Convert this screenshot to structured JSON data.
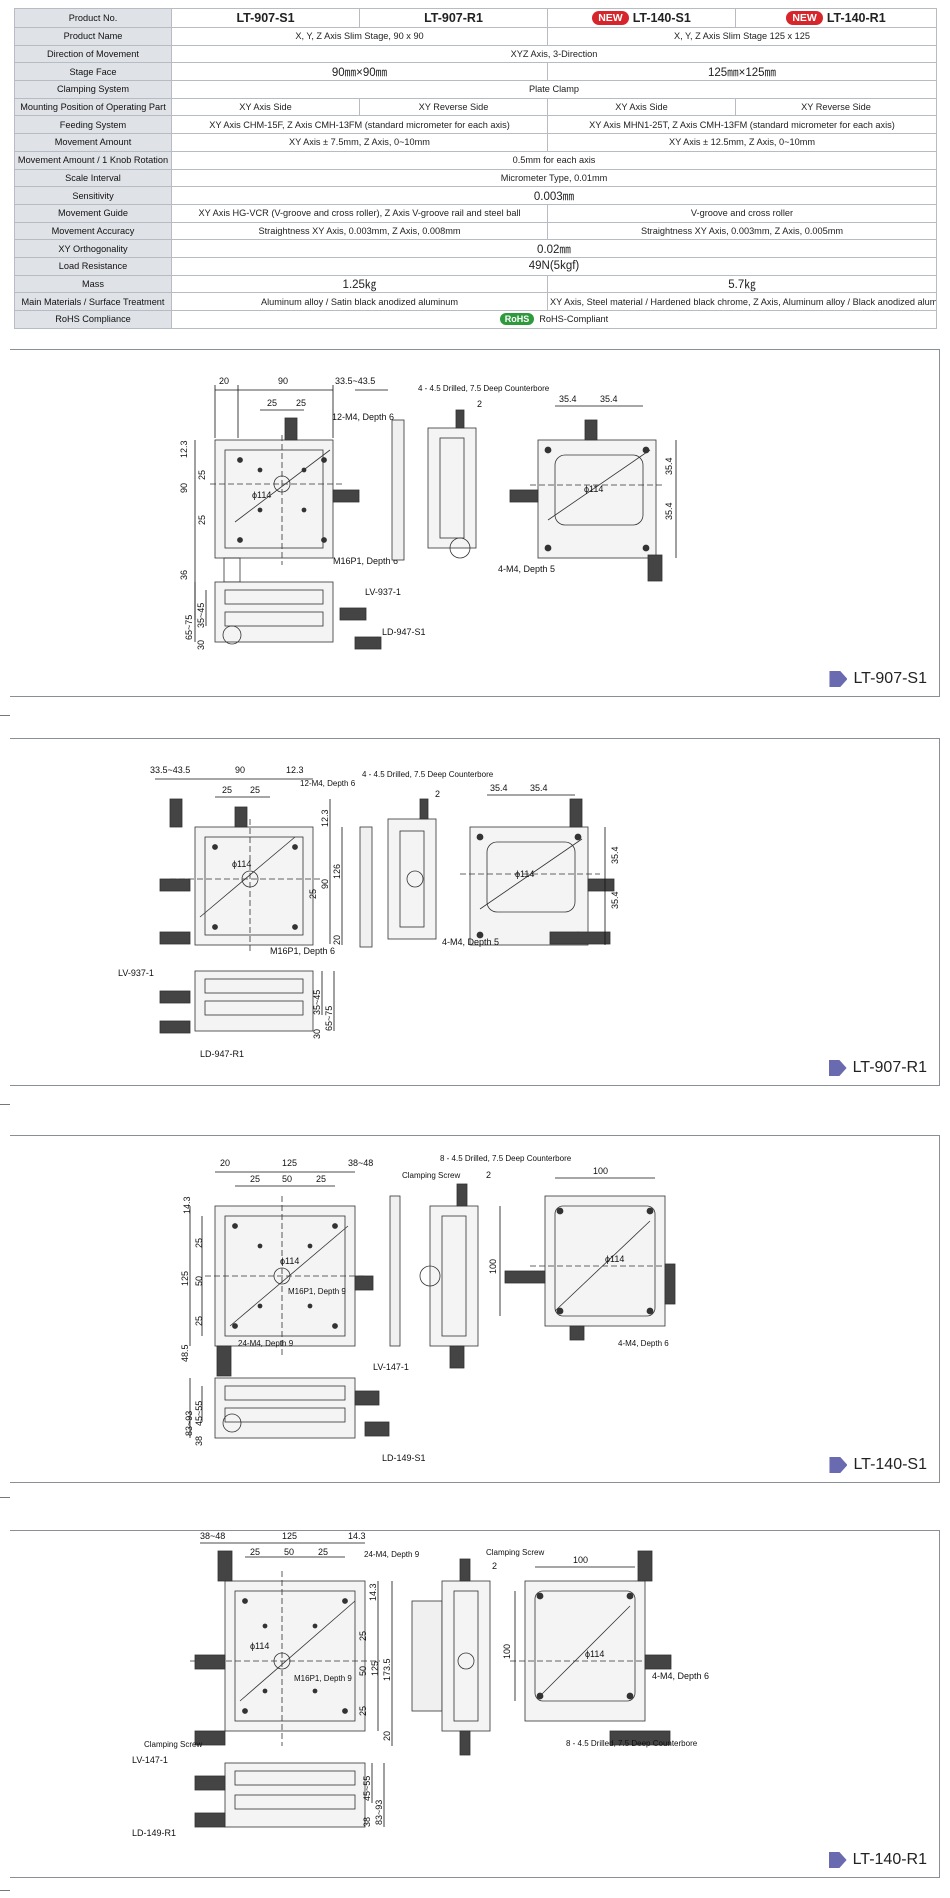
{
  "spec_table": {
    "header": {
      "label": "Product No.",
      "products": [
        "LT-907-S1",
        "LT-907-R1",
        "LT-140-S1",
        "LT-140-R1"
      ],
      "new_badge": "NEW"
    },
    "rows": {
      "product_name": {
        "label": "Product Name",
        "a": "X, Y, Z Axis Slim Stage, 90 x 90",
        "b": "X, Y, Z Axis Slim Stage 125 x 125"
      },
      "direction": {
        "label": "Direction of Movement",
        "all": "XYZ Axis, 3-Direction"
      },
      "stage_face": {
        "label": "Stage Face",
        "a": "90㎜×90㎜",
        "b": "125㎜×125㎜"
      },
      "clamping": {
        "label": "Clamping System",
        "all": "Plate Clamp"
      },
      "mounting": {
        "label": "Mounting Position of Operating Part",
        "c1": "XY Axis Side",
        "c2": "XY Reverse Side",
        "c3": "XY Axis Side",
        "c4": "XY Reverse Side"
      },
      "feeding": {
        "label": "Feeding System",
        "a": "XY Axis CHM-15F, Z Axis CMH-13FM (standard micrometer for each axis)",
        "b": "XY Axis MHN1-25T, Z Axis CMH-13FM (standard micrometer for each axis)"
      },
      "movement_amount": {
        "label": "Movement Amount",
        "a": "XY Axis ± 7.5mm, Z Axis, 0~10mm",
        "b": "XY Axis ± 12.5mm, Z Axis, 0~10mm"
      },
      "per_rotation": {
        "label": "Movement Amount / 1 Knob Rotation",
        "all": "0.5mm for each axis"
      },
      "scale": {
        "label": "Scale Interval",
        "all": "Micrometer Type, 0.01mm"
      },
      "sensitivity": {
        "label": "Sensitivity",
        "all": "0.003㎜"
      },
      "guide": {
        "label": "Movement Guide",
        "a": "XY Axis HG-VCR (V-groove and cross roller), Z Axis V-groove rail and steel ball",
        "b": "V-groove and cross roller"
      },
      "accuracy": {
        "label": "Movement Accuracy",
        "a": "Straightness XY Axis, 0.003mm, Z Axis, 0.008mm",
        "b": "Straightness XY Axis, 0.003mm, Z Axis, 0.005mm"
      },
      "orthogonality": {
        "label": "XY Orthogonality",
        "all": "0.02㎜"
      },
      "load": {
        "label": "Load Resistance",
        "all": "49N(5kgf)"
      },
      "mass": {
        "label": "Mass",
        "a": "1.25㎏",
        "b": "5.7㎏"
      },
      "materials": {
        "label": "Main Materials / Surface Treatment",
        "a": "Aluminum alloy / Satin black anodized aluminum",
        "b": "XY Axis, Steel material / Hardened black chrome, Z Axis, Aluminum alloy / Black anodized aluminum"
      },
      "rohs": {
        "label": "RoHS Compliance",
        "badge": "RoHS",
        "text": "RoHS-Compliant"
      }
    }
  },
  "drawings": {
    "s907": {
      "model": "LT-907-S1",
      "dims": {
        "d20": "20",
        "d90": "90",
        "d3343": "33.5~43.5",
        "d25a": "25",
        "d25b": "25",
        "d123": "12.3",
        "d90v": "90",
        "d25c": "25",
        "d25d": "25",
        "d36": "36",
        "d6575": "65~75",
        "d3545": "35~45",
        "d30": "30",
        "d354a": "35.4",
        "d354b": "35.4",
        "d354c": "35.4",
        "d354d": "35.4",
        "d2": "2"
      },
      "notes": {
        "counterbore": "4 - 4.5 Drilled, 7.5 Deep Counterbore",
        "m4": "12-M4, Depth 6",
        "phi": "ϕ114",
        "m16": "M16P1, Depth 6",
        "m4b": "4-M4, Depth 5",
        "lv": "LV-937-1",
        "ld": "LD-947-S1"
      }
    },
    "r907": {
      "model": "LT-907-R1",
      "dims": {
        "d3343": "33.5~43.5",
        "d90": "90",
        "d123": "12.3",
        "d25a": "25",
        "d25b": "25",
        "d123v": "12.3",
        "d126": "126",
        "d90v": "90",
        "d25c": "25",
        "d20": "20",
        "d354a": "35.4",
        "d354b": "35.4",
        "d354c": "35.4",
        "d354d": "35.4",
        "d2": "2",
        "d3545": "35~45",
        "d6575": "65~75",
        "d30": "30"
      },
      "notes": {
        "counterbore": "4 - 4.5 Drilled, 7.5 Deep Counterbore",
        "m4": "12-M4, Depth 6",
        "phi": "ϕ114",
        "m16": "M16P1, Depth 6",
        "m4b": "4-M4, Depth 5",
        "lv": "LV-937-1",
        "ld": "LD-947-R1"
      }
    },
    "s140": {
      "model": "LT-140-S1",
      "dims": {
        "d20": "20",
        "d125": "125",
        "d3848": "38~48",
        "d25a": "25",
        "d50": "50",
        "d25b": "25",
        "d143": "14.3",
        "d25c": "25",
        "d125v": "125",
        "d50v": "50",
        "d25d": "25",
        "d485": "48.5",
        "d8393": "83~93",
        "d4555": "45~55",
        "d38": "38",
        "d100": "100",
        "d100v": "100",
        "d2": "2"
      },
      "notes": {
        "counterbore": "8 - 4.5 Drilled, 7.5 Deep Counterbore",
        "clamp": "Clamping Screw",
        "phi": "ϕ114",
        "m16": "M16P1, Depth 9",
        "m4": "24-M4, Depth 9",
        "m4b": "4-M4, Depth 6",
        "lv": "LV-147-1",
        "ld": "LD-149-S1"
      }
    },
    "r140": {
      "model": "LT-140-R1",
      "dims": {
        "d3848": "38~48",
        "d125": "125",
        "d143": "14.3",
        "d25a": "25",
        "d50": "50",
        "d25b": "25",
        "d143v": "14.3",
        "d25c": "25",
        "d50v": "50",
        "d125v": "125",
        "d1735": "173.5",
        "d25d": "25",
        "d20": "20",
        "d100": "100",
        "d100v": "100",
        "d2": "2",
        "d4555": "45~55",
        "d8393": "83~93",
        "d38": "38"
      },
      "notes": {
        "m4": "24-M4, Depth 9",
        "clamp": "Clamping Screw",
        "phi": "ϕ114",
        "m16": "M16P1, Depth 9",
        "m4b": "4-M4, Depth 6",
        "counterbore": "8 - 4.5 Drilled, 7.5 Deep Counterbore",
        "clamp2": "Clamping Screw",
        "lv": "LV-147-1",
        "ld": "LD-149-R1"
      }
    }
  }
}
